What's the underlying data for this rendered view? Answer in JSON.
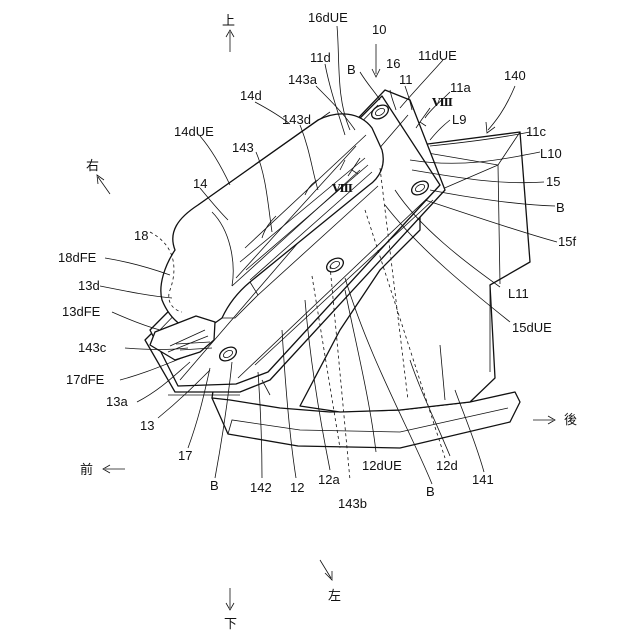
{
  "directions": {
    "up": "上",
    "down": "下",
    "front": "前",
    "rear": "後",
    "right": "右",
    "left": "左"
  },
  "section_marks": {
    "viii_a": "Ⅷ",
    "viii_b": "Ⅷ"
  },
  "labels": {
    "r16dUE": "16dUE",
    "r10": "10",
    "r11d": "11d",
    "r16": "16",
    "r11dUE": "11dUE",
    "rB_top": "B",
    "r11": "11",
    "r140": "140",
    "r143a": "143a",
    "r11a": "11a",
    "r14d": "14d",
    "r143d": "143d",
    "rL9": "L9",
    "r14dUE": "14dUE",
    "r11c": "11c",
    "r143": "143",
    "rL10": "L10",
    "r14": "14",
    "r15": "15",
    "rB_right": "B",
    "r18": "18",
    "r15f": "15f",
    "r18dFE": "18dFE",
    "r13d": "13d",
    "rL11": "L11",
    "r13dFE": "13dFE",
    "r15dUE": "15dUE",
    "r143c": "143c",
    "r17dFE": "17dFE",
    "r13a": "13a",
    "r13": "13",
    "r17": "17",
    "rB_left": "B",
    "r142": "142",
    "r12": "12",
    "r12a": "12a",
    "r12dUE": "12dUE",
    "r12d": "12d",
    "rB_bottom": "B",
    "r141": "141",
    "r143b": "143b"
  }
}
